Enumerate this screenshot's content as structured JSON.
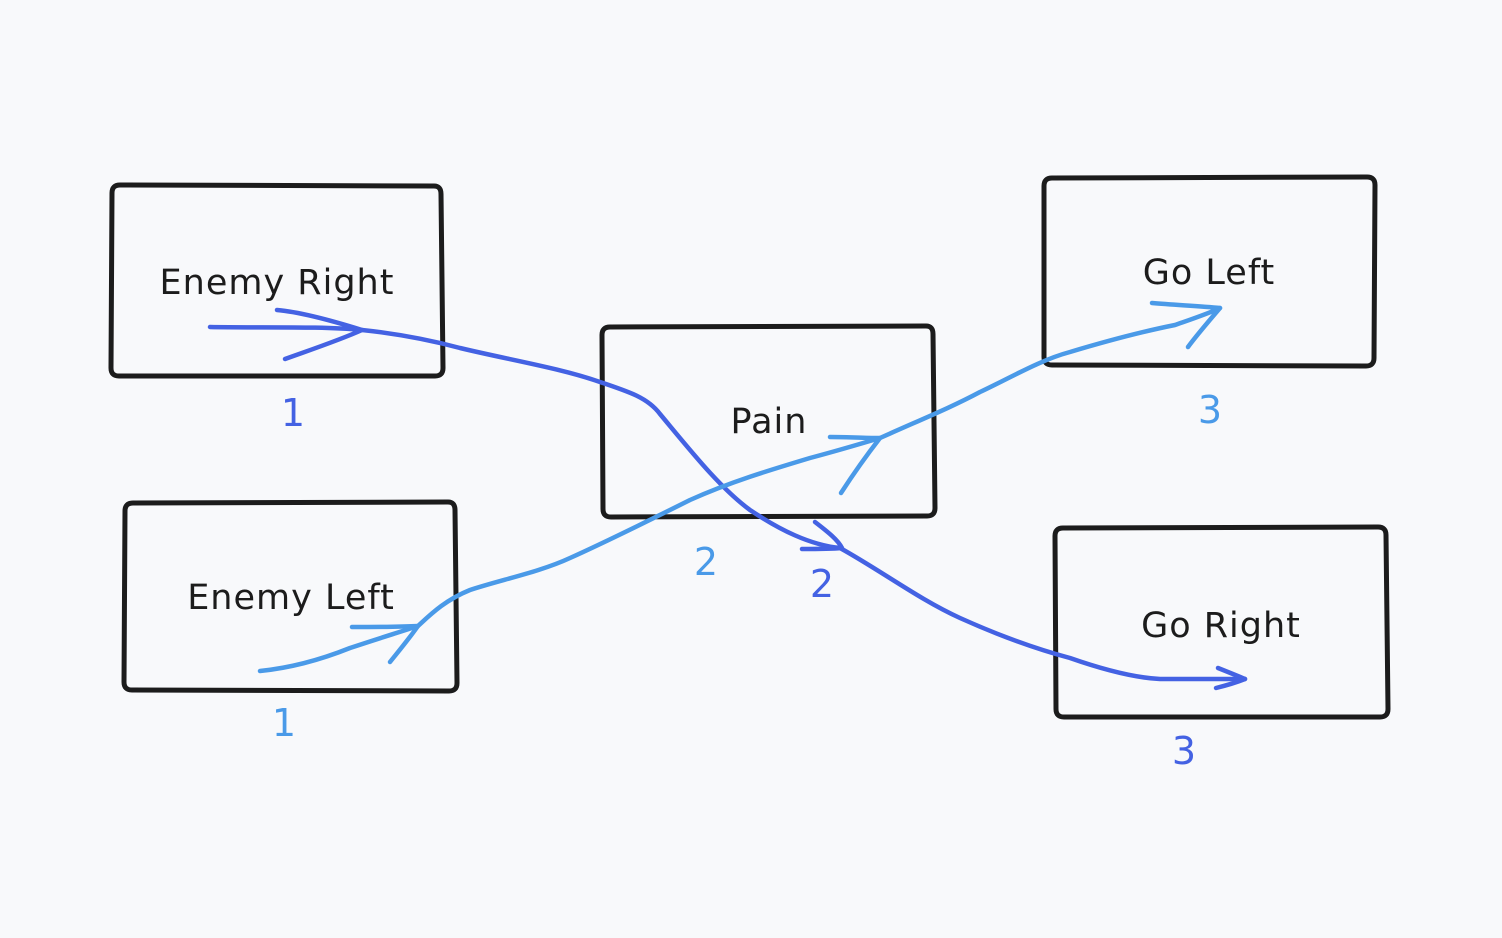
{
  "colors": {
    "background": "#f8f9fb",
    "box_stroke": "#1c1c1c",
    "path_dark_blue": "#4462e3",
    "path_light_blue": "#4a9ae8"
  },
  "nodes": {
    "enemy_right": "Enemy Right",
    "enemy_left": "Enemy Left",
    "pain": "Pain",
    "go_left": "Go Left",
    "go_right": "Go Right"
  },
  "steps": {
    "dark": {
      "first": "1",
      "second": "2",
      "third": "3"
    },
    "light": {
      "first": "1",
      "second": "2",
      "third": "3"
    }
  },
  "flows": [
    {
      "color": "path_dark_blue",
      "sequence": [
        "Enemy Right",
        "Pain",
        "Go Right"
      ]
    },
    {
      "color": "path_light_blue",
      "sequence": [
        "Enemy Left",
        "Pain",
        "Go Left"
      ]
    }
  ]
}
